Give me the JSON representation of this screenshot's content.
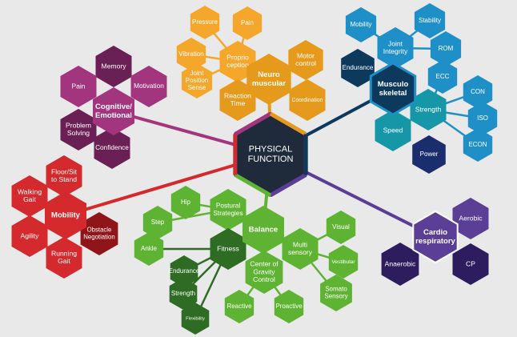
{
  "colors": {
    "background": "#e9e9e9",
    "center": "#1f2a3a",
    "cognitive": "#a3357f",
    "cognitive_dark": "#6a1f55",
    "neuromuscular": "#e59a1c",
    "neuromuscular_light": "#f4a72a",
    "musculoskeletal": "#1e8fc7",
    "musculoskeletal_dark": "#0d3a5c",
    "teal": "#1697a8",
    "power": "#1a2e6e",
    "mobility": "#d52a2d",
    "mobility_dark": "#8f1519",
    "balance": "#5fb332",
    "balance_dark": "#2e6b23",
    "cardio": "#5b3e96",
    "cardio_dark": "#2d1c5e"
  },
  "center": {
    "label": [
      "PHYSICAL",
      "FUNCTION"
    ]
  },
  "clusters": [
    {
      "name": "Cognitive/Emotional",
      "hub": {
        "label": [
          "Cognitive/",
          "Emotional"
        ]
      },
      "items": [
        {
          "label": [
            "Memory"
          ]
        },
        {
          "label": [
            "Pain"
          ]
        },
        {
          "label": [
            "Motivation"
          ]
        },
        {
          "label": [
            "Problem",
            "Solving"
          ]
        },
        {
          "label": [
            "Confidence"
          ]
        }
      ]
    },
    {
      "name": "Neuromuscular",
      "hub": {
        "label": [
          "Neuro",
          "muscular"
        ]
      },
      "items": [
        {
          "label": [
            "Proprio",
            "ception"
          ]
        },
        {
          "label": [
            "Pressure"
          ]
        },
        {
          "label": [
            "Pain"
          ]
        },
        {
          "label": [
            "Vibration"
          ]
        },
        {
          "label": [
            "Joint",
            "Position",
            "Sense"
          ]
        },
        {
          "label": [
            "Motor",
            "control"
          ]
        },
        {
          "label": [
            "Reaction",
            "Time"
          ]
        },
        {
          "label": [
            "Coordination"
          ]
        }
      ]
    },
    {
      "name": "Musculoskeletal",
      "hub": {
        "label": [
          "Musculo",
          "skeletal"
        ]
      },
      "items": [
        {
          "label": [
            "Joint",
            "Integrity"
          ]
        },
        {
          "label": [
            "Mobility"
          ]
        },
        {
          "label": [
            "Stability"
          ]
        },
        {
          "label": [
            "ROM"
          ]
        },
        {
          "label": [
            "Endurance"
          ]
        },
        {
          "label": [
            "Strength"
          ]
        },
        {
          "label": [
            "ECC"
          ]
        },
        {
          "label": [
            "CON"
          ]
        },
        {
          "label": [
            "ISO"
          ]
        },
        {
          "label": [
            "ECON"
          ]
        },
        {
          "label": [
            "Speed"
          ]
        },
        {
          "label": [
            "Power"
          ]
        }
      ]
    },
    {
      "name": "Mobility",
      "hub": {
        "label": [
          "Mobility"
        ]
      },
      "items": [
        {
          "label": [
            "Floor/Sit",
            "to Stand"
          ]
        },
        {
          "label": [
            "Walking",
            "Gait"
          ]
        },
        {
          "label": [
            "Agility"
          ]
        },
        {
          "label": [
            "Obstacle",
            "Negotiation"
          ]
        },
        {
          "label": [
            "Running",
            "Gait"
          ]
        }
      ]
    },
    {
      "name": "Balance",
      "hub": {
        "label": [
          "Balance"
        ]
      },
      "items": [
        {
          "label": [
            "Hip"
          ]
        },
        {
          "label": [
            "Postural",
            "Strategies"
          ]
        },
        {
          "label": [
            "Step"
          ]
        },
        {
          "label": [
            "Ankle"
          ]
        },
        {
          "label": [
            "Fitness"
          ]
        },
        {
          "label": [
            "Endurance"
          ]
        },
        {
          "label": [
            "Strength"
          ]
        },
        {
          "label": [
            "Flexibility"
          ]
        },
        {
          "label": [
            "Center of",
            "Gravity",
            "Control"
          ]
        },
        {
          "label": [
            "Reactive"
          ]
        },
        {
          "label": [
            "Proactive"
          ]
        },
        {
          "label": [
            "Multi",
            "sensory"
          ]
        },
        {
          "label": [
            "Visual"
          ]
        },
        {
          "label": [
            "Vestibular"
          ]
        },
        {
          "label": [
            "Somato",
            "Sensory"
          ]
        }
      ]
    },
    {
      "name": "Cardiorespiratory",
      "hub": {
        "label": [
          "Cardio",
          "respiratory"
        ]
      },
      "items": [
        {
          "label": [
            "Aerobic"
          ]
        },
        {
          "label": [
            "Anaerobic"
          ]
        },
        {
          "label": [
            "CP"
          ]
        }
      ]
    }
  ]
}
